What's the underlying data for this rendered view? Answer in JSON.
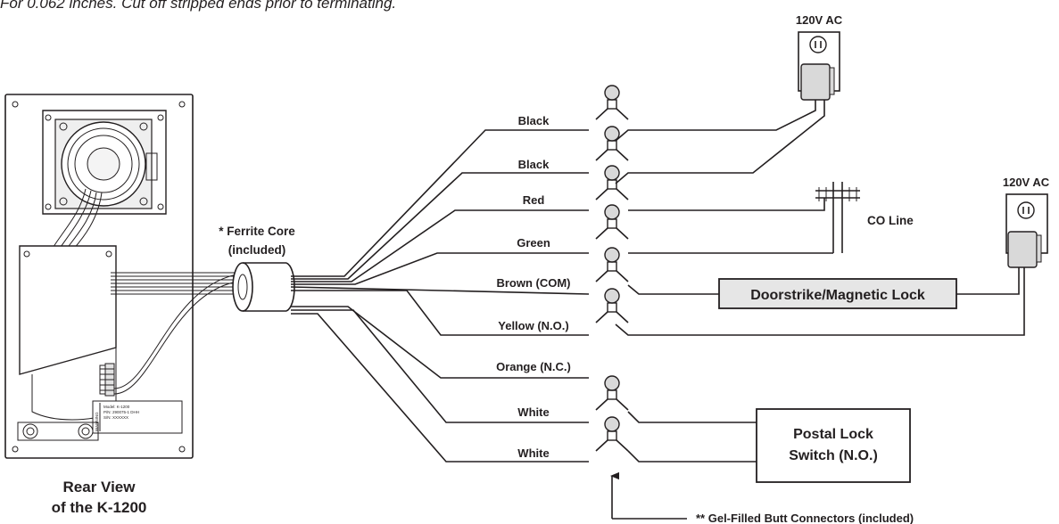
{
  "caption": "For 0.062 inches. Cut off stripped ends prior to terminating.",
  "device": {
    "label_line1": "Rear View",
    "label_line2": "of the K-1200",
    "sticker_text": [
      "Model: K-1200",
      "P/N: 290075-1 DHH",
      "S/N: XXXXXX"
    ],
    "warning_text": "WARNING"
  },
  "ferrite": {
    "label_line1": "* Ferrite Core",
    "label_line2": "(included)"
  },
  "wires": [
    {
      "label": "Black"
    },
    {
      "label": "Black"
    },
    {
      "label": "Red"
    },
    {
      "label": "Green"
    },
    {
      "label": "Brown (COM)"
    },
    {
      "label": "Yellow (N.O.)"
    },
    {
      "label": "Orange (N.C.)"
    },
    {
      "label": "White"
    },
    {
      "label": "White"
    }
  ],
  "outlets": [
    {
      "label": "120V AC"
    },
    {
      "label": "120V AC"
    }
  ],
  "co_line": {
    "label": "CO Line"
  },
  "doorstrike": {
    "label": "Doorstrike/Magnetic Lock",
    "fill": "#e6e6e6"
  },
  "postal_lock": {
    "label_line1": "Postal Lock",
    "label_line2": "Switch (N.O.)"
  },
  "connectors_note": {
    "label": "** Gel-Filled Butt Connectors (included)"
  }
}
